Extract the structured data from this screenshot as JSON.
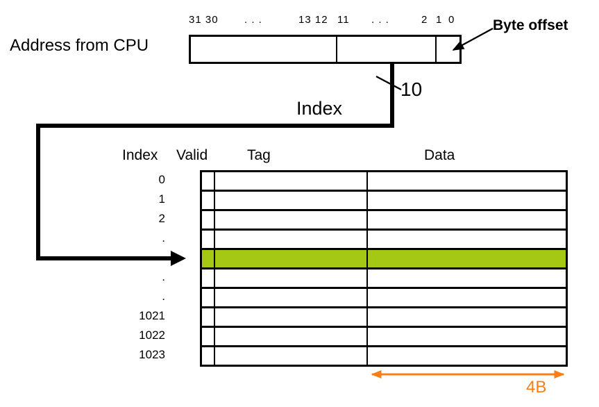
{
  "header": {
    "address_label": "Address from CPU",
    "byte_offset_label": "Byte offset",
    "bit_labels": {
      "b31_30": "31 30",
      "dots1": ". . .",
      "b13_12": "13 12",
      "b11": "11",
      "dots2": ". . .",
      "b2": "2",
      "b1": "1",
      "b0": "0"
    }
  },
  "index_path": {
    "index_label": "Index",
    "bit_width": "10"
  },
  "cache_table": {
    "column_headers": {
      "index": "Index",
      "valid": "Valid",
      "tag": "Tag",
      "data": "Data"
    },
    "rows": [
      {
        "index_label": "0",
        "highlighted": false
      },
      {
        "index_label": "1",
        "highlighted": false
      },
      {
        "index_label": "2",
        "highlighted": false
      },
      {
        "index_label": ".",
        "highlighted": false
      },
      {
        "index_label": "",
        "highlighted": true
      },
      {
        "index_label": ".",
        "highlighted": false
      },
      {
        "index_label": ".",
        "highlighted": false
      },
      {
        "index_label": "1021",
        "highlighted": false
      },
      {
        "index_label": "1022",
        "highlighted": false
      },
      {
        "index_label": "1023",
        "highlighted": false
      }
    ]
  },
  "footer": {
    "data_width_label": "4B"
  },
  "colors": {
    "highlight_green": "#A4C814",
    "accent_orange": "#F87E17",
    "line_black": "#000000"
  }
}
